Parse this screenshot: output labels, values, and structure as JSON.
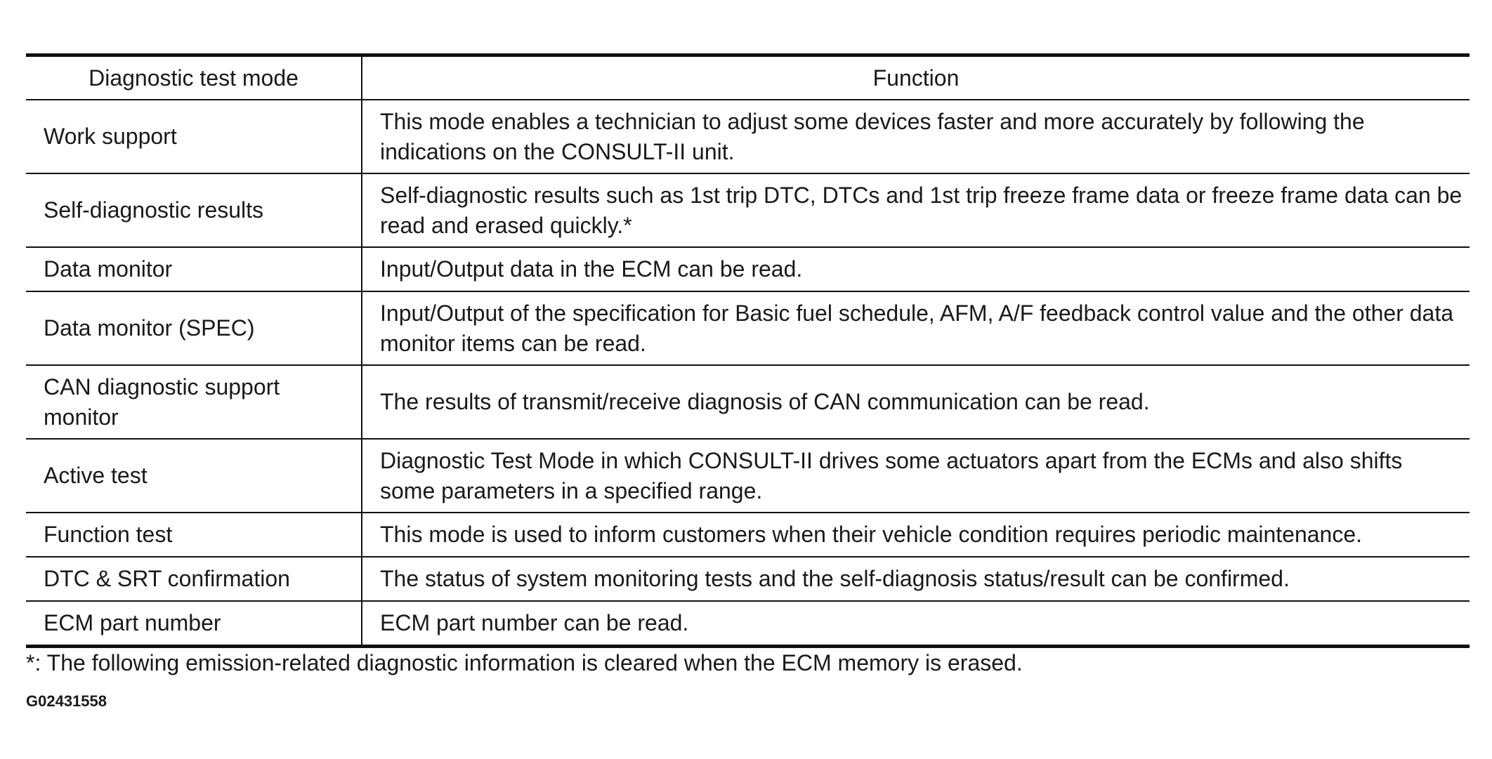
{
  "table": {
    "headers": [
      "Diagnostic test mode",
      "Function"
    ],
    "rows": [
      {
        "mode": "Work support",
        "function": "This mode enables a technician to adjust some devices faster and more accurately by following the indications on the CONSULT-II unit."
      },
      {
        "mode": "Self-diagnostic results",
        "function": "Self-diagnostic results such as 1st trip DTC, DTCs and 1st trip freeze frame data or freeze frame data can be read and erased quickly.*"
      },
      {
        "mode": "Data monitor",
        "function": "Input/Output data in the ECM can be read."
      },
      {
        "mode": "Data monitor (SPEC)",
        "function": "Input/Output of the specification for Basic fuel schedule, AFM, A/F feedback control value and the other data monitor items can be read."
      },
      {
        "mode": "CAN diagnostic support monitor",
        "function": "The results of transmit/receive diagnosis of CAN communication can be read."
      },
      {
        "mode": "Active test",
        "function": "Diagnostic Test Mode in which CONSULT-II drives some actuators apart from the ECMs and also shifts some parameters in a specified range."
      },
      {
        "mode": "Function test",
        "function": "This mode is used to inform customers when their vehicle condition requires periodic maintenance."
      },
      {
        "mode": "DTC & SRT confirmation",
        "function": "The status of system monitoring tests and the self-diagnosis status/result can be confirmed."
      },
      {
        "mode": "ECM part number",
        "function": "ECM part number can be read."
      }
    ]
  },
  "footnote": "*: The following emission-related diagnostic information is cleared when the ECM memory is erased.",
  "figure_code": "G02431558"
}
